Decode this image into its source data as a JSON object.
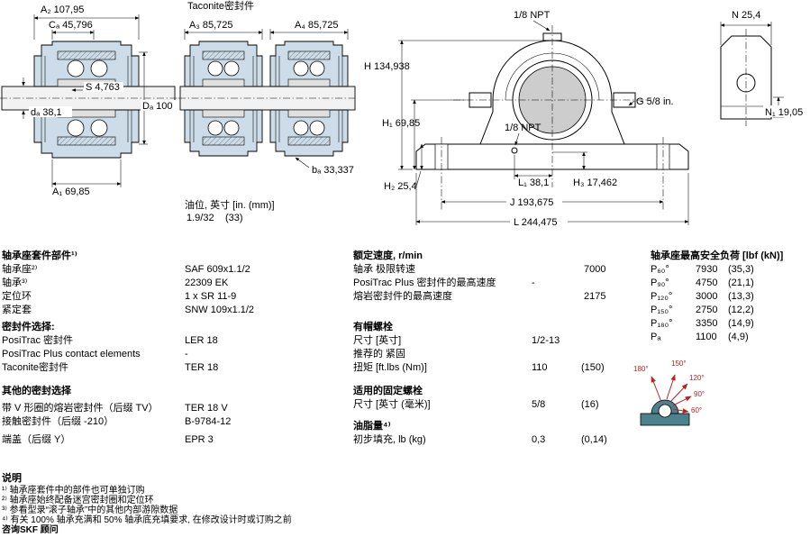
{
  "drawings": {
    "left_section": {
      "dim_a2": "A₂ 107,95",
      "dim_ca": "Cₐ 45,796",
      "dim_s": "S 4,763",
      "dim_da_shaft": "dₐ 38,1",
      "dim_a1": "A₁ 69,85",
      "dim_da_seat": "Dₐ 100"
    },
    "taconite_section": {
      "title": "Taconite密封件",
      "dim_a3": "A₃ 85,725",
      "dim_a4": "A₄ 85,725",
      "dim_ba": "bₐ 33,337",
      "oil_label": "油位, 英寸 [in. (mm)]",
      "oil_in": "1.9/32",
      "oil_mm": "(33)"
    },
    "front_view": {
      "npt_top": "1/8 NPT",
      "npt_side": "1/8 NPT",
      "dim_h": "H 134,938",
      "dim_h1": "H₁ 69,85",
      "dim_h2": "H₂ 25,4",
      "dim_g": "G 5/8 in.",
      "dim_l1": "L₁ 38,1",
      "dim_h3": "H₃ 17,462",
      "dim_j": "J 193,675",
      "dim_l": "L 244,475"
    },
    "side_view": {
      "dim_n": "N 25,4",
      "dim_n1": "N₁ 19,05"
    },
    "load_diagram": {
      "angles": [
        "180°",
        "150°",
        "120°",
        "90°",
        "60°"
      ]
    }
  },
  "parts": {
    "title": "轴承座套件部件¹⁾",
    "rows": [
      {
        "label": "轴承座²⁾",
        "value": "SAF 609x1.1/2"
      },
      {
        "label": "轴承³⁾",
        "value": "22309 EK"
      },
      {
        "label": "定位环",
        "value": "1 x SR 11-9"
      },
      {
        "label": "紧定套",
        "value": "SNW 109x1.1/2"
      }
    ],
    "seal_title": "密封件选择:",
    "seal_rows": [
      {
        "label": "PosiTrac 密封件",
        "value": "LER 18"
      },
      {
        "label": "PosiTrac Plus contact elements",
        "value": "-"
      },
      {
        "label": "Taconite密封件",
        "value": "TER 18"
      }
    ],
    "other_title": "其他的密封选择",
    "other_rows": [
      {
        "label": "带 V 形圈的熔岩密封件（后缀 TV）",
        "value": "TER 18 V"
      },
      {
        "label": "接触密封件（后缀 -210）",
        "value": "B-9784-12"
      },
      {
        "label": "端盖（后缀 Y）",
        "value": "EPR 3"
      }
    ]
  },
  "speeds": {
    "title": "额定速度, r/min",
    "rows": [
      {
        "label": "轴承 极限转速",
        "value": "7000"
      },
      {
        "label": "PosiTrac Plus 密封件的最高速度",
        "value": "-"
      },
      {
        "label": "熔岩密封件的最高速度",
        "value": "2175"
      }
    ]
  },
  "cap_bolts": {
    "title": "有帽螺栓",
    "size_label": "尺寸 [英寸]",
    "size_value": "1/2-13",
    "rec_label": "推荐的 紧固",
    "torque_label": "扭矩 [ft.lbs (Nm)]",
    "torque_value": "110",
    "torque_value2": "(150)"
  },
  "anchor_bolts": {
    "title": "适用的固定螺栓",
    "size_label": "尺寸 [英寸 (毫米)]",
    "size_value": "5/8",
    "size_value2": "(16)"
  },
  "grease": {
    "title": "油脂量⁴⁾",
    "row_label": "初步填充, lb (kg)",
    "value": "0,3",
    "value2": "(0,14)"
  },
  "loads": {
    "title": "轴承座最高安全负荷 [lbf (kN)]",
    "rows": [
      {
        "label": "P₆₀°",
        "value": "7930",
        "value2": "(35,3)"
      },
      {
        "label": "P₉₀°",
        "value": "4750",
        "value2": "(21,1)"
      },
      {
        "label": "P₁₂₀°",
        "value": "3000",
        "value2": "(13,3)"
      },
      {
        "label": "P₁₅₀°",
        "value": "2750",
        "value2": "(12,2)"
      },
      {
        "label": "P₁₈₀°",
        "value": "3350",
        "value2": "(14,9)"
      },
      {
        "label": "Pₐ",
        "value": "1100",
        "value2": "(4,9)"
      }
    ]
  },
  "notes": {
    "title": "说明",
    "items": [
      "¹⁾ 轴承座套件中的部件也可单独订购",
      "²⁾ 轴承座始终配备迷宫密封圈和定位环",
      "³⁾ 参看型录“滚子轴承”中的其他内部游隙数据",
      "⁴⁾ 有关 100% 轴承充满和 50% 轴承底充填要求,  在修改设计时或订购之前"
    ],
    "footer": "咨询SKF 顾问"
  }
}
